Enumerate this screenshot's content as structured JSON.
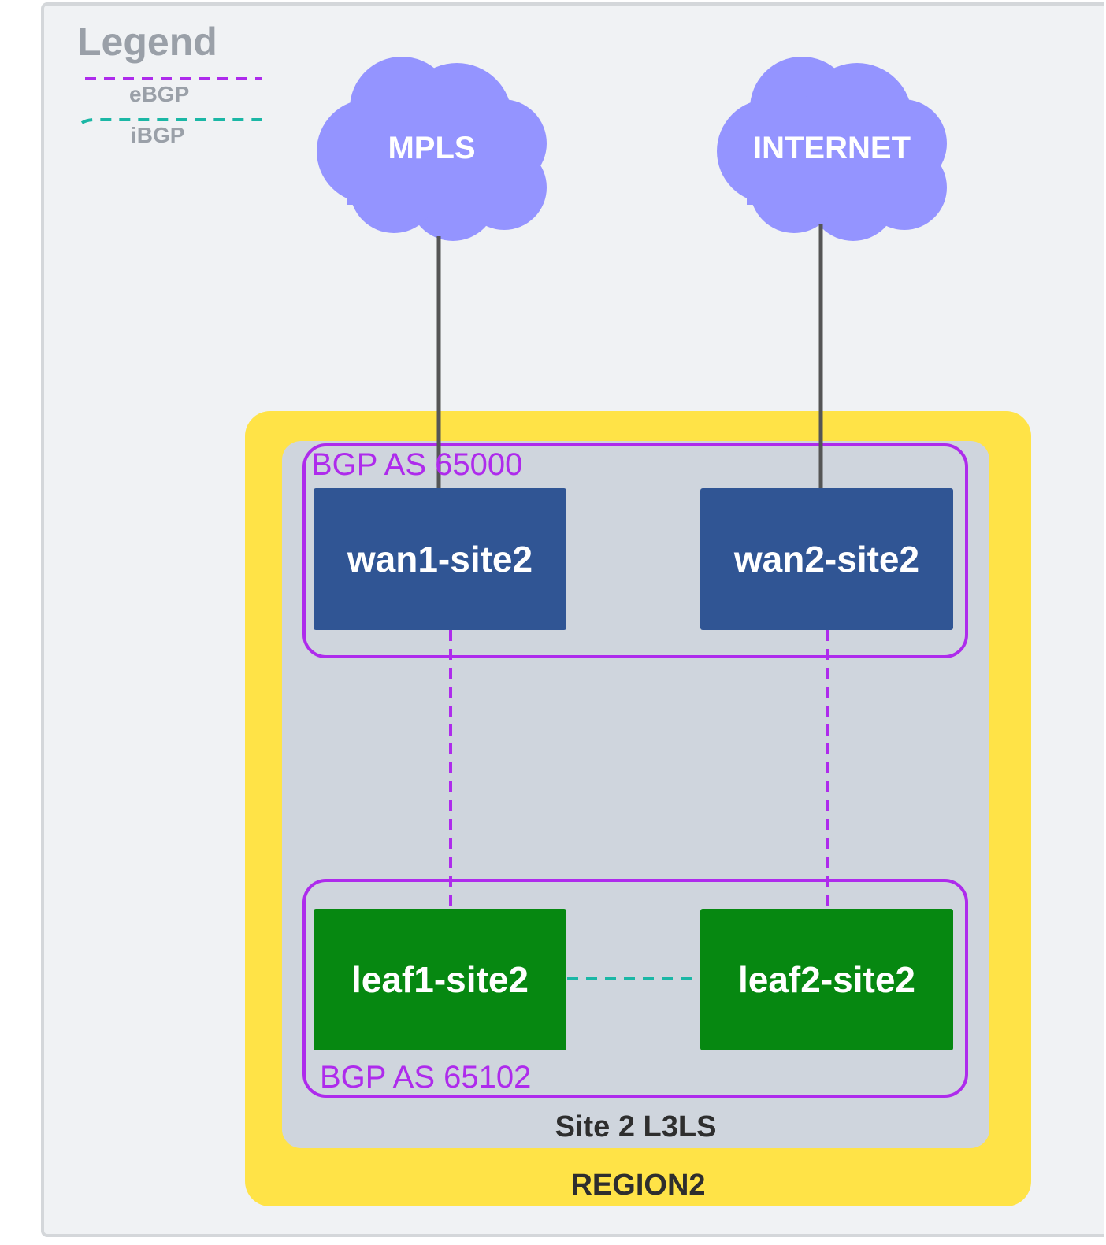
{
  "legend": {
    "title": "Legend",
    "items": [
      {
        "label": "eBGP",
        "color": "#ae2bec"
      },
      {
        "label": "iBGP",
        "color": "#1bb7a5"
      }
    ]
  },
  "clouds": [
    {
      "label": "MPLS",
      "color": "#9494ff"
    },
    {
      "label": "INTERNET",
      "color": "#9494ff"
    }
  ],
  "region": {
    "label": "REGION2",
    "color": "#ffe347"
  },
  "site": {
    "label": "Site 2 L3LS"
  },
  "as_groups": {
    "wan": {
      "label": "BGP AS 65000"
    },
    "leaf": {
      "label": "BGP AS 65102"
    }
  },
  "nodes": {
    "wan1": {
      "label": "wan1-site2",
      "color": "#305594"
    },
    "wan2": {
      "label": "wan2-site2",
      "color": "#305594"
    },
    "leaf1": {
      "label": "leaf1-site2",
      "color": "#068811"
    },
    "leaf2": {
      "label": "leaf2-site2",
      "color": "#068811"
    }
  },
  "links": [
    {
      "from": "MPLS",
      "to": "wan1-site2",
      "type": "physical"
    },
    {
      "from": "INTERNET",
      "to": "wan2-site2",
      "type": "physical"
    },
    {
      "from": "wan1-site2",
      "to": "leaf1-site2",
      "type": "eBGP"
    },
    {
      "from": "wan2-site2",
      "to": "leaf2-site2",
      "type": "eBGP"
    },
    {
      "from": "leaf1-site2",
      "to": "leaf2-site2",
      "type": "iBGP"
    }
  ]
}
